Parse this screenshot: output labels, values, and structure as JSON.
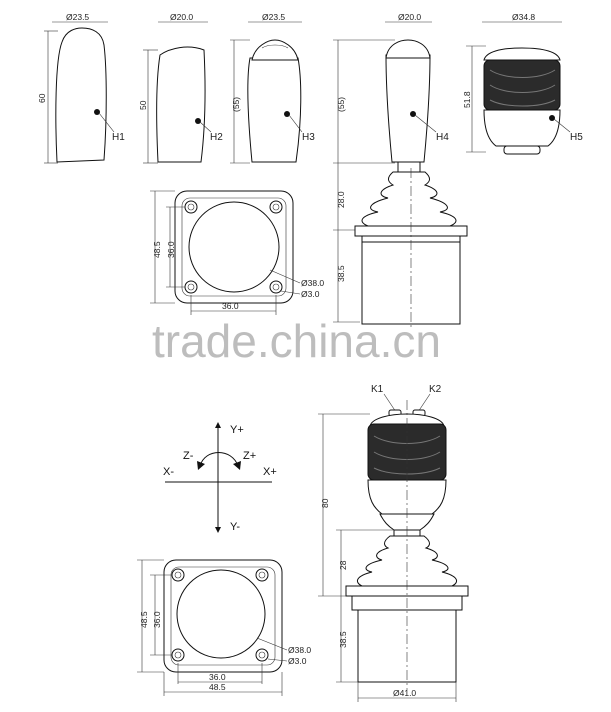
{
  "handles": {
    "h1": {
      "label": "H1",
      "width": "Ø23.5",
      "height": "60"
    },
    "h2": {
      "label": "H2",
      "width": "Ø20.0",
      "height": "50"
    },
    "h3": {
      "label": "H3",
      "width": "Ø23.5",
      "height": "(55)"
    },
    "h4": {
      "label": "H4",
      "width": "Ø20.0",
      "height": "(55)"
    },
    "h5": {
      "label": "H5",
      "width": "Ø34.8",
      "height": "51.8"
    }
  },
  "top_assembly": {
    "boot_height": "28.0",
    "body_height": "38.5"
  },
  "top_flange": {
    "outer_height": "48.5",
    "inner_height": "36.0",
    "hole_spacing": "36.0",
    "circle_dia": "Ø38.0",
    "hole_dia": "Ø3.0"
  },
  "watermark": "trade.china.cn",
  "axes": {
    "y_plus": "Y+",
    "y_minus": "Y-",
    "x_plus": "X+",
    "x_minus": "X-",
    "z_plus": "Z+",
    "z_minus": "Z-"
  },
  "bottom_assembly": {
    "button_k1": "K1",
    "button_k2": "K2",
    "total_height": "80",
    "boot_height": "28",
    "body_height": "38.5",
    "base_dia": "Ø41.0"
  },
  "bottom_flange": {
    "outer_height": "48.5",
    "inner_height": "36.0",
    "hole_spacing": "36.0",
    "outer_width": "48.5",
    "circle_dia": "Ø38.0",
    "hole_dia": "Ø3.0"
  }
}
